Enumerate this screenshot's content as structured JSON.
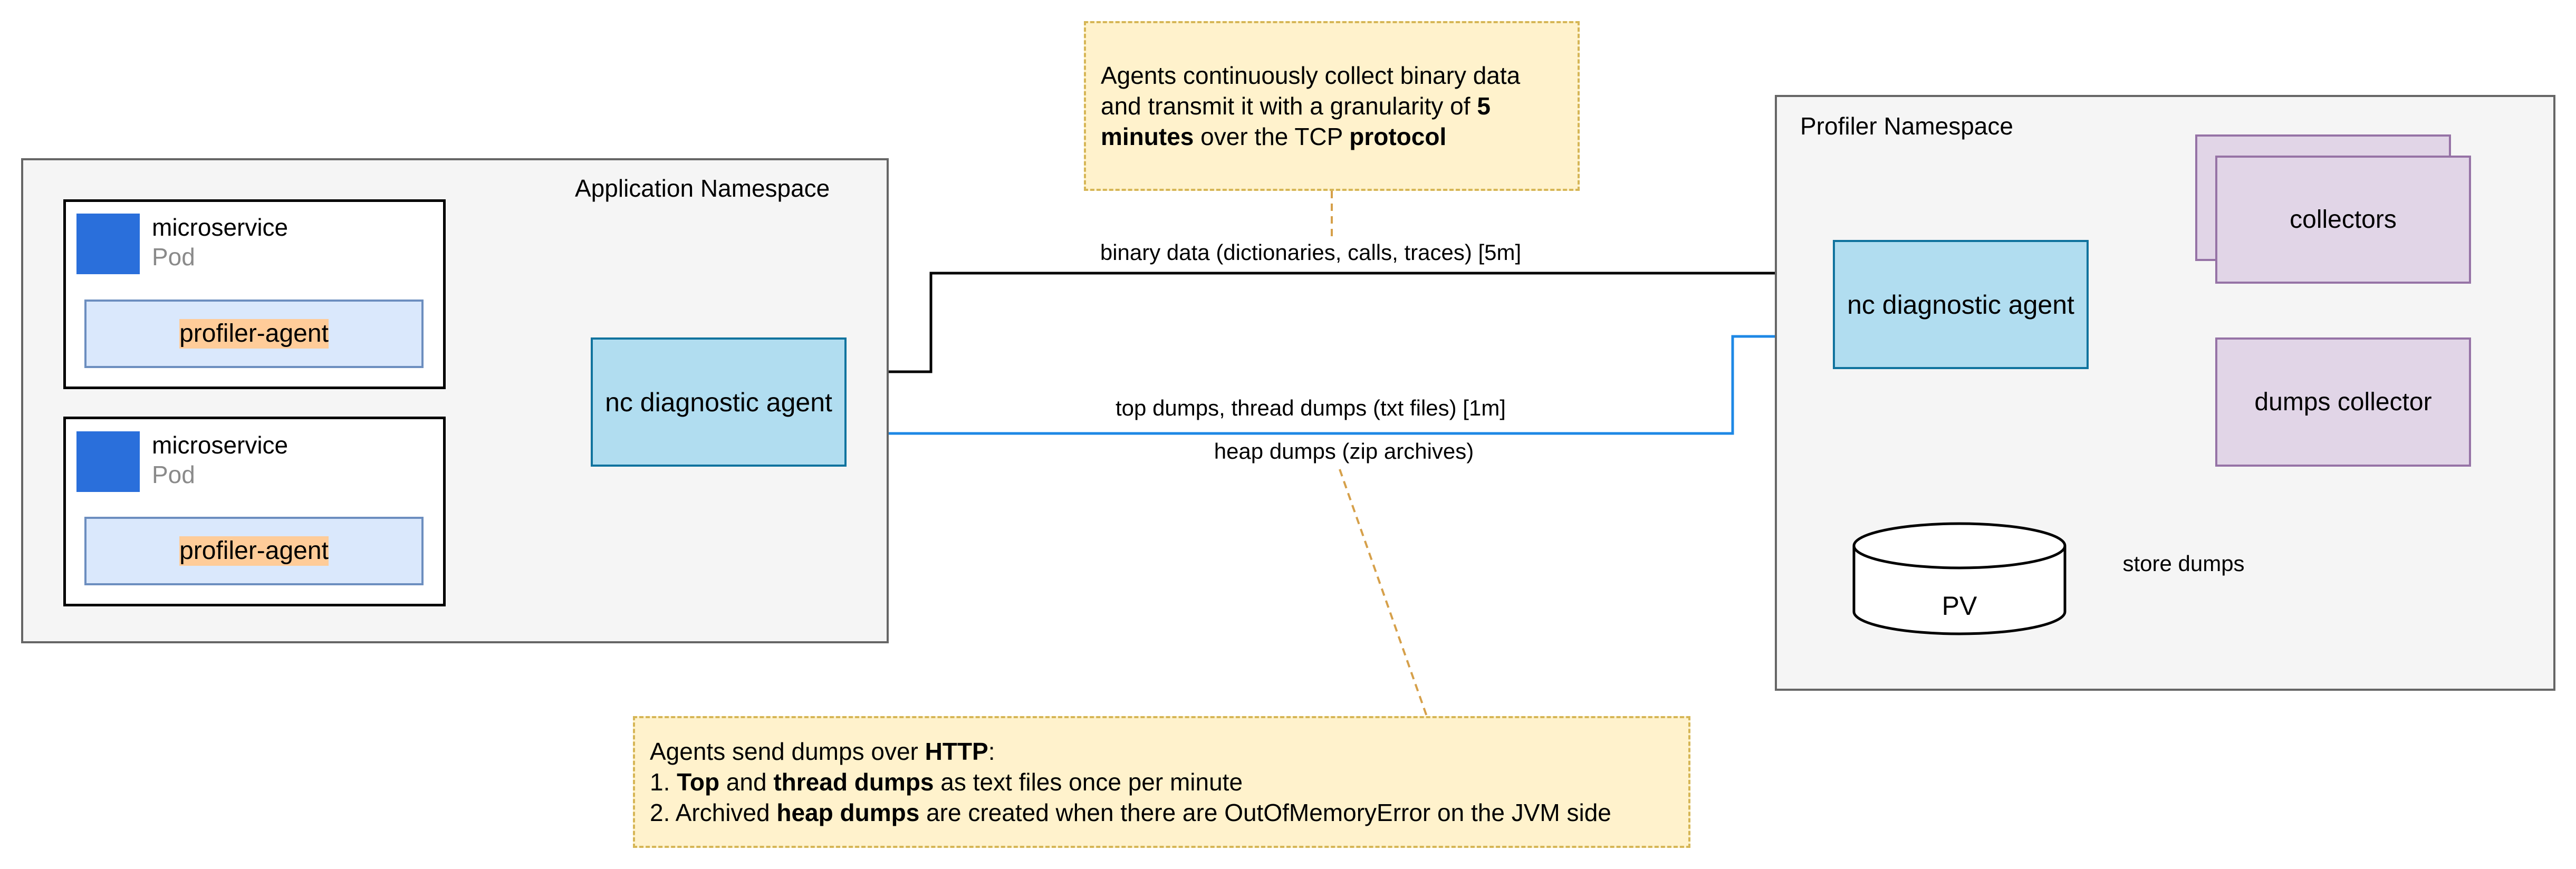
{
  "namespaces": {
    "application": {
      "title": "Application Namespace"
    },
    "profiler": {
      "title": "Profiler Namespace"
    }
  },
  "pods": [
    {
      "name": "microservice",
      "kind": "Pod",
      "agent_label": "profiler-agent"
    },
    {
      "name": "microservice",
      "kind": "Pod",
      "agent_label": "profiler-agent"
    }
  ],
  "nodes": {
    "app_nc_agent": "nc diagnostic agent",
    "profiler_nc_agent": "nc diagnostic agent",
    "collectors": "collectors",
    "dumps_collector": "dumps collector",
    "pv": "PV"
  },
  "edges": {
    "binary_data": "binary data (dictionaries, calls, traces) [5m]",
    "top_dumps": "top dumps, thread dumps (txt files) [1m]",
    "heap_dumps": "heap dumps (zip archives)",
    "store_dumps": "store dumps"
  },
  "notes": {
    "top": {
      "p1": "Agents continuously collect binary data and transmit it with a granularity of ",
      "b1": "5 minutes",
      "p2": " over the TCP ",
      "b2": "protocol"
    },
    "bottom": {
      "l1_a": "Agents send dumps over ",
      "l1_b": "HTTP",
      "l1_c": ":",
      "l2_a": "1. ",
      "l2_b": "Top",
      "l2_c": " and ",
      "l2_d": "thread dumps",
      "l2_e": " as text files once per minute",
      "l3_a": "2. Archived ",
      "l3_b": "heap dumps",
      "l3_c": " are created when there are OutOfMemoryError on the JVM side"
    }
  },
  "colors": {
    "black_edge": "#000000",
    "blue_edge": "#1e88e5",
    "note_connector": "#d6a04a"
  }
}
